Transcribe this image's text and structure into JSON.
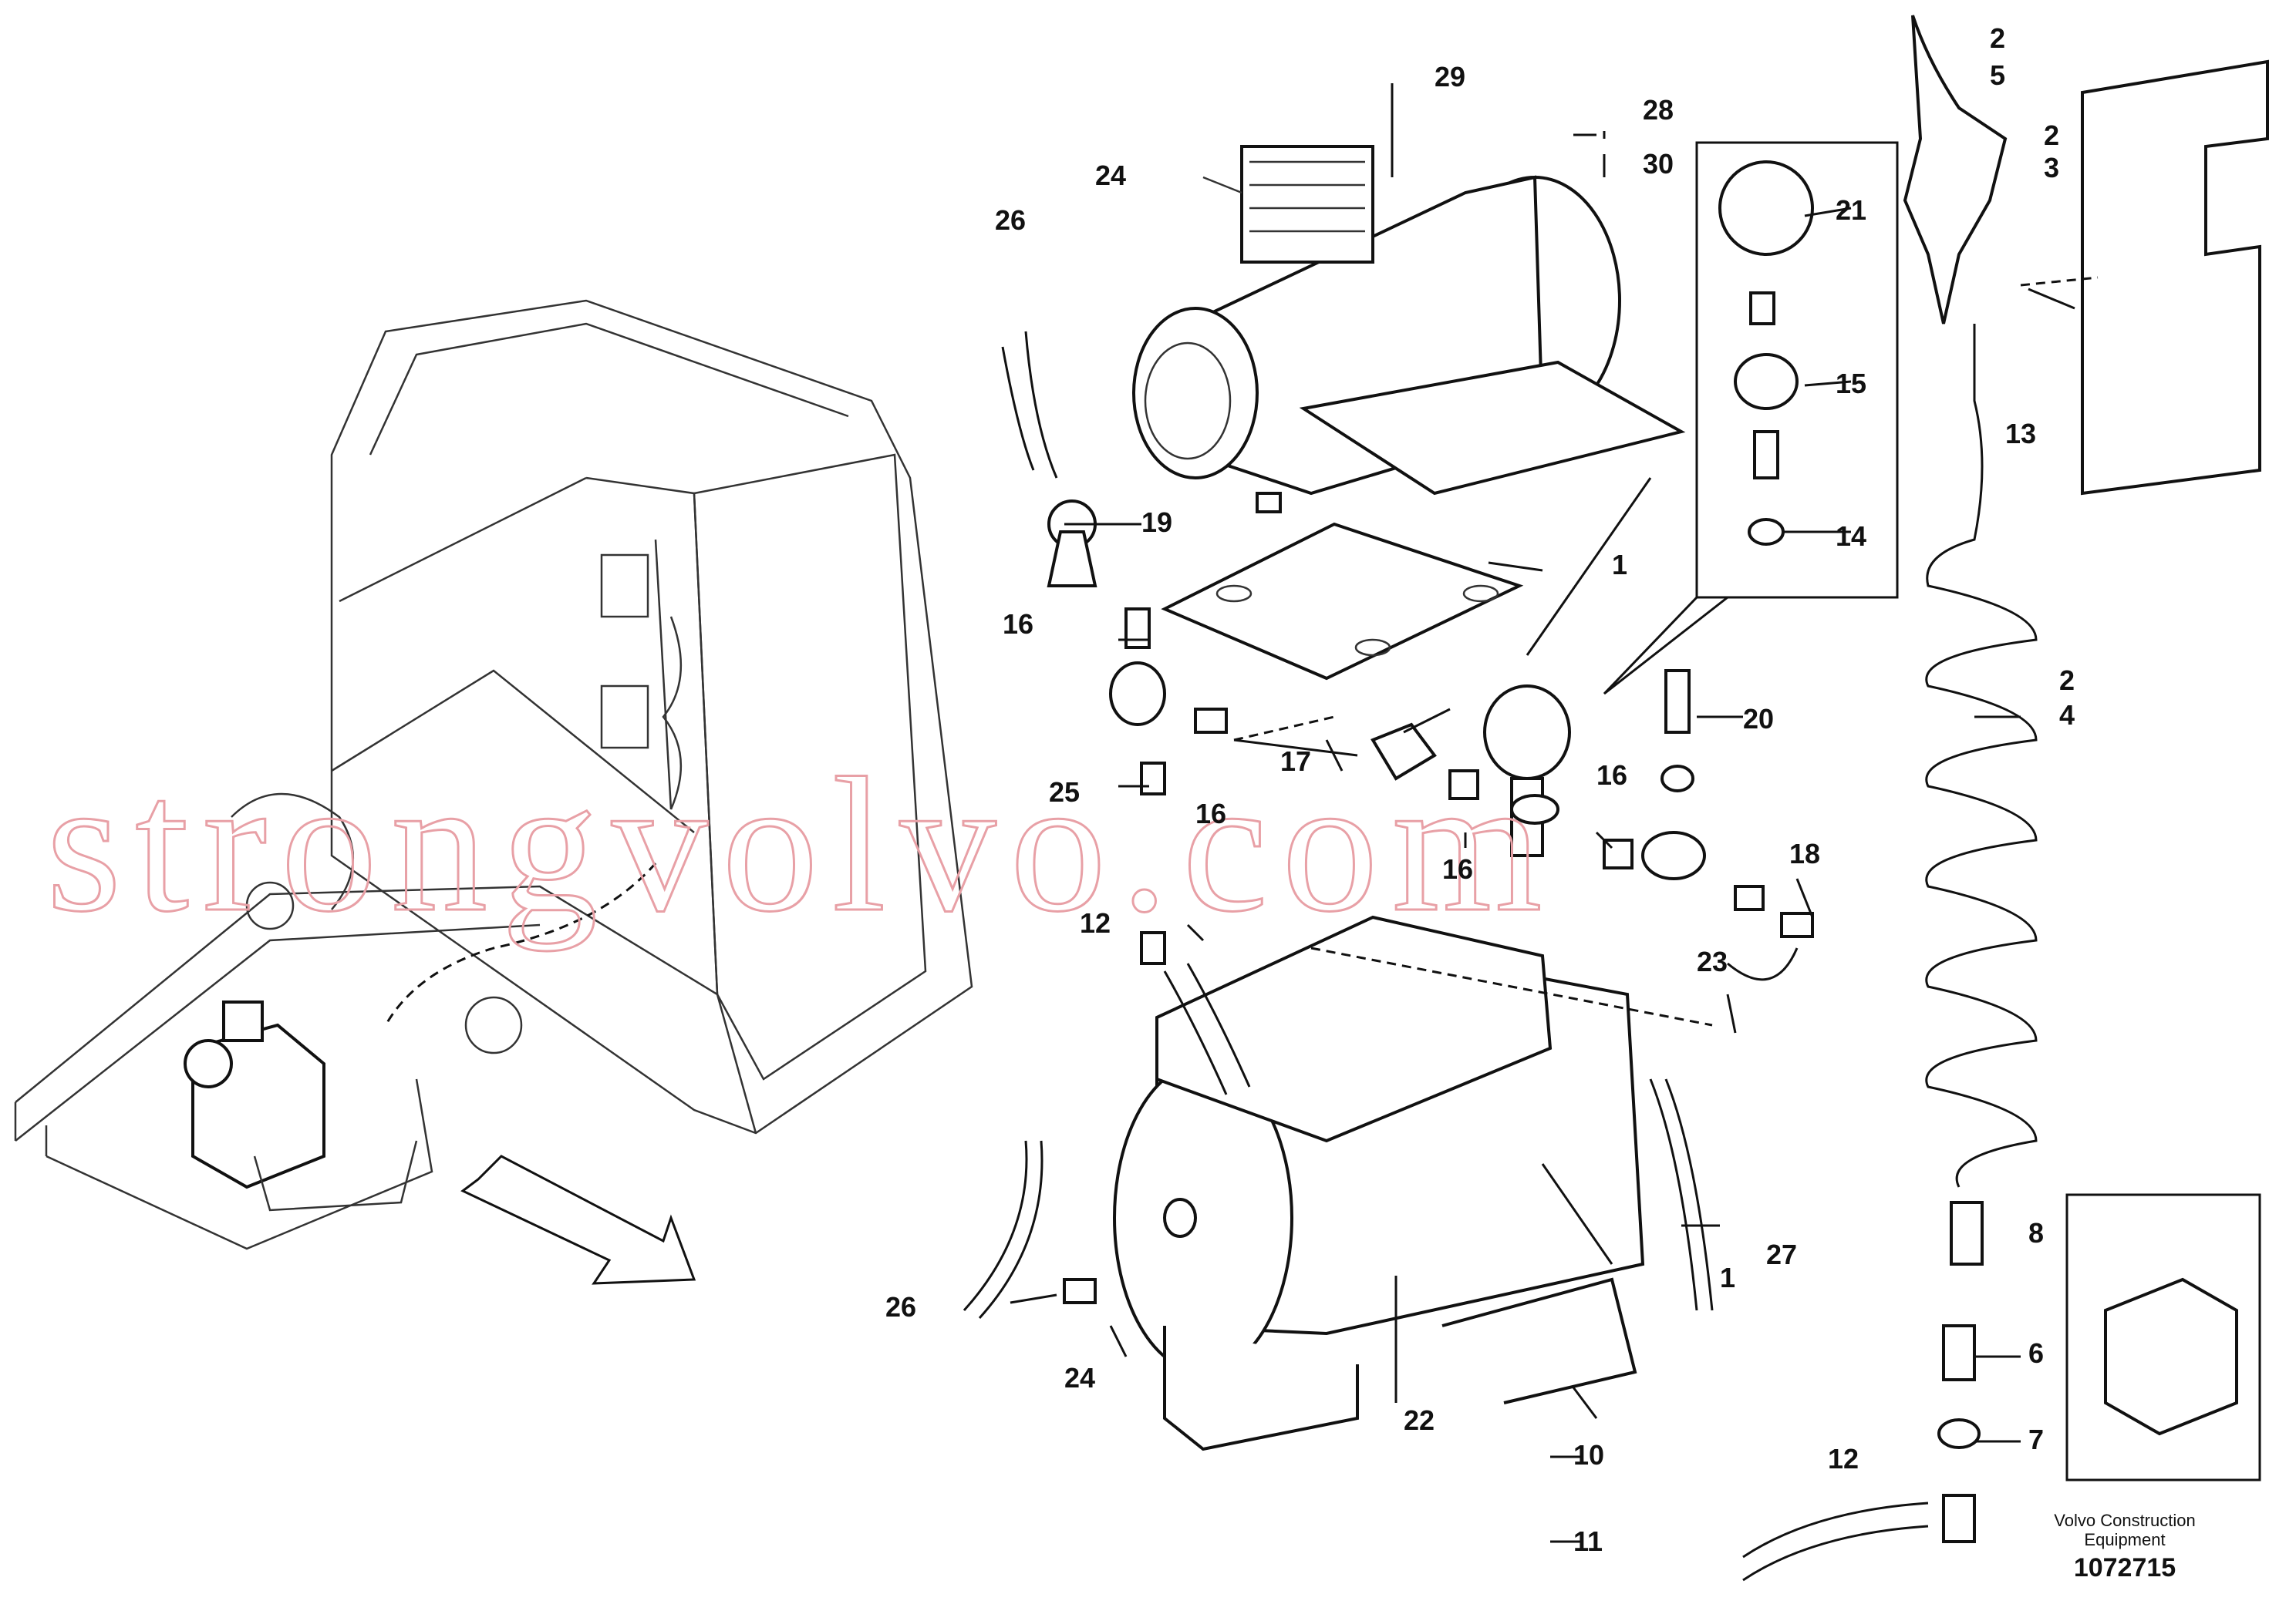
{
  "drawing": {
    "credit_line1": "Volvo Construction",
    "credit_line2": "Equipment",
    "doc_number": "1072715",
    "watermark": "strongvolvo.com"
  },
  "callouts": {
    "c1a": "1",
    "c1b": "1",
    "c2_5a": "2",
    "c2_5b": "5",
    "c2_3a": "2",
    "c2_3b": "3",
    "c2_4a": "2",
    "c2_4b": "4",
    "c6": "6",
    "c7": "7",
    "c8": "8",
    "c10": "10",
    "c11": "11",
    "c12a": "12",
    "c12b": "12",
    "c13": "13",
    "c14": "14",
    "c15": "15",
    "c16a": "16",
    "c16b": "16",
    "c16c": "16",
    "c16d": "16",
    "c17": "17",
    "c18": "18",
    "c19": "19",
    "c20": "20",
    "c21": "21",
    "c22": "22",
    "c23": "23",
    "c24a": "24",
    "c24b": "24",
    "c25": "25",
    "c26a": "26",
    "c26b": "26",
    "c27": "27",
    "c28": "28",
    "c29": "29",
    "c30": "30"
  },
  "colors": {
    "line": "#111111",
    "watermark": "#e8a0a6",
    "background": "#ffffff"
  }
}
